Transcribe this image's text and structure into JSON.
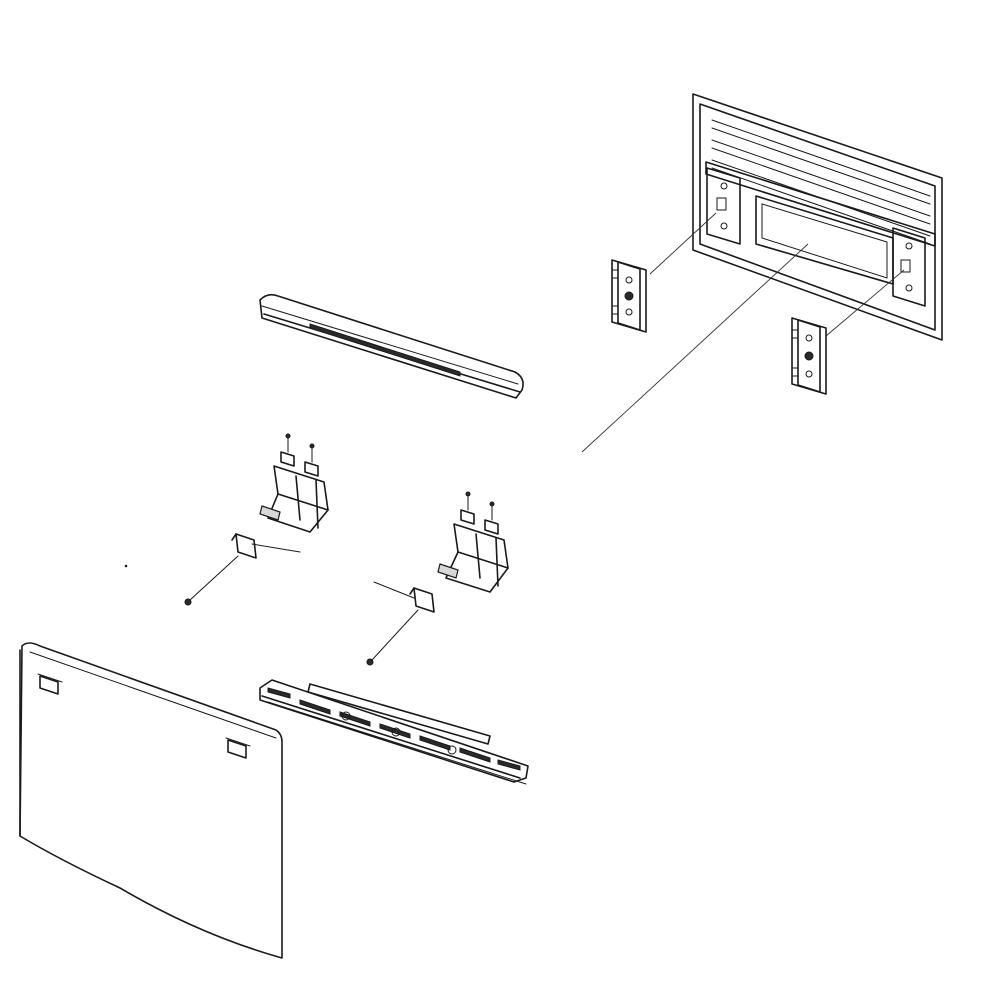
{
  "diagram": {
    "type": "exploded-parts-view",
    "colors": {
      "line": "#1a1a1a",
      "background": "#ffffff",
      "shade": "#d8d8d8"
    },
    "parts": [
      {
        "id": "inner-door-panel",
        "icon": "panel"
      },
      {
        "id": "door-bracket-left",
        "icon": "bracket"
      },
      {
        "id": "door-bracket-right",
        "icon": "bracket"
      },
      {
        "id": "top-handle-cap",
        "icon": "handle"
      },
      {
        "id": "hinge-assembly-left",
        "icon": "hinge"
      },
      {
        "id": "hinge-assembly-right",
        "icon": "hinge"
      },
      {
        "id": "drawer-front-panel",
        "icon": "panel"
      },
      {
        "id": "bottom-handle-trim",
        "icon": "handle"
      },
      {
        "id": "trim-strip",
        "icon": "strip"
      }
    ]
  }
}
